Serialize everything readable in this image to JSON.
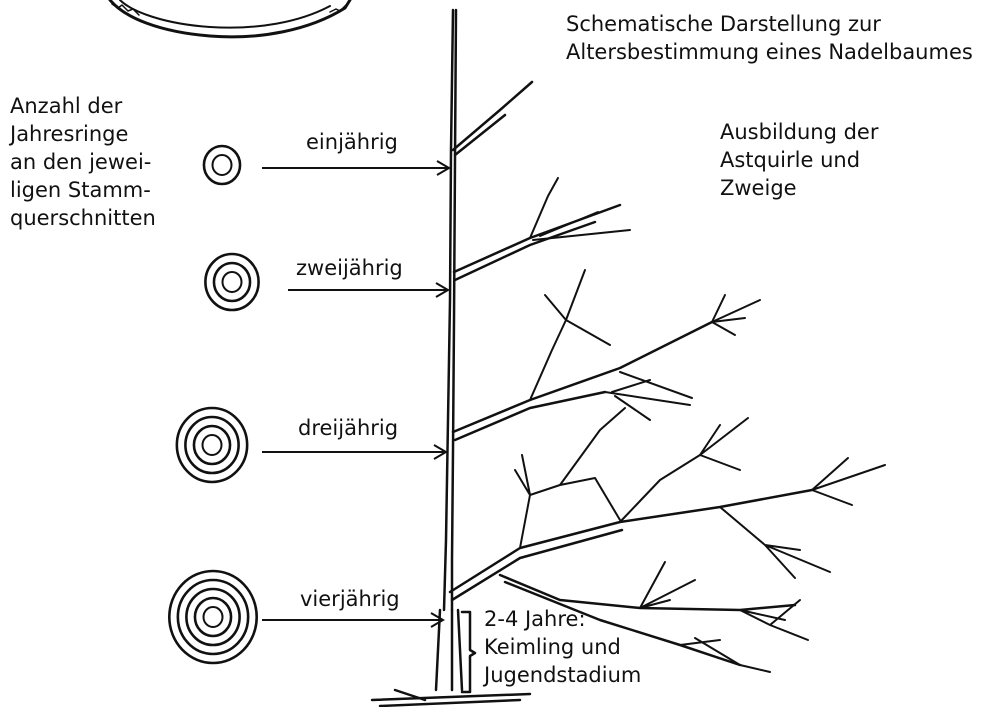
{
  "title": [
    "Schematische Darstellung zur",
    "Altersbestimmung eines Nadelbaumes"
  ],
  "left_caption": [
    "Anzahl der",
    "Jahresringe",
    "an den jewei-",
    "ligen Stamm-",
    "querschnitten"
  ],
  "right_caption": [
    "Ausbildung der",
    "Astquirle und",
    "Zweige"
  ],
  "ages": [
    {
      "label": "einjährig",
      "rings": 1
    },
    {
      "label": "zweijährig",
      "rings": 2
    },
    {
      "label": "dreijährig",
      "rings": 3
    },
    {
      "label": "vierjährig",
      "rings": 4
    }
  ],
  "seedling_note": [
    "2-4 Jahre:",
    "Keimling und",
    "Jugendstadium"
  ],
  "colors": {
    "ink": "#111111",
    "background": "#ffffff"
  }
}
